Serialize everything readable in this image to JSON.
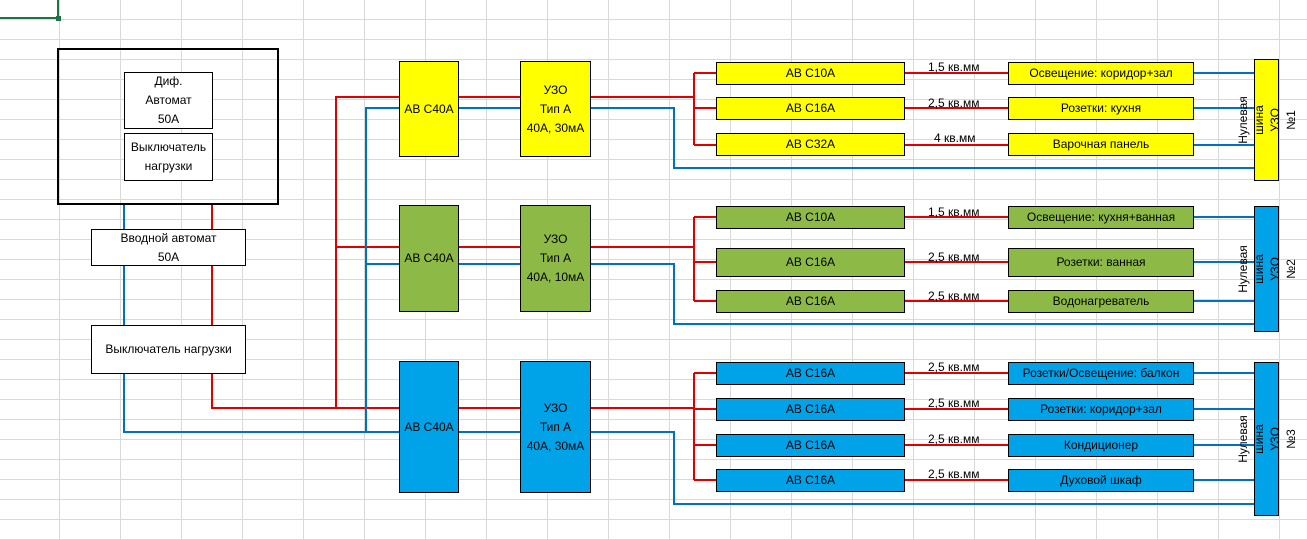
{
  "colors": {
    "phase": "#e00000",
    "neutral": "#0070c0",
    "yellow": "#ffff00",
    "green": "#8dba47",
    "blue": "#00a2e8"
  },
  "input": {
    "dif_automat": "Диф.\nАвтомат\n50А",
    "load_switch_top": "Выключатель\nнагрузки",
    "input_automat": "Вводной автомат\n50А",
    "load_switch": "Выключатель нагрузки"
  },
  "groups": [
    {
      "color": "yellow",
      "main_breaker": "АВ С40А",
      "rcd": "УЗО\nТип А\n40А, 30мА",
      "bus": "Нулевая шина УЗО\n№1",
      "circuits": [
        {
          "breaker": "АВ С10А",
          "cable": "1,5 кв.мм",
          "load": "Освещение: коридор+зал"
        },
        {
          "breaker": "АВ С16А",
          "cable": "2,5 кв.мм",
          "load": "Розетки: кухня"
        },
        {
          "breaker": "АВ С32А",
          "cable": "4 кв.мм",
          "load": "Варочная панель"
        }
      ]
    },
    {
      "color": "green",
      "main_breaker": "АВ С40А",
      "rcd": "УЗО\nТип А\n40А, 10мА",
      "bus": "Нулевая шина УЗО\n№2",
      "circuits": [
        {
          "breaker": "АВ С10А",
          "cable": "1,5 кв.мм",
          "load": "Освещение: кухня+ванная"
        },
        {
          "breaker": "АВ С16А",
          "cable": "2,5 кв.мм",
          "load": "Розетки: ванная"
        },
        {
          "breaker": "АВ С16А",
          "cable": "2,5 кв.мм",
          "load": "Водонагреватель"
        }
      ]
    },
    {
      "color": "blue",
      "main_breaker": "АВ С40А",
      "rcd": "УЗО\nТип А\n40А, 30мА",
      "bus": "Нулевая шина УЗО\n№3",
      "circuits": [
        {
          "breaker": "АВ С16А",
          "cable": "2,5 кв.мм",
          "load": "Розетки/Освещение: балкон"
        },
        {
          "breaker": "АВ С16А",
          "cable": "2,5 кв.мм",
          "load": "Розетки: коридор+зал"
        },
        {
          "breaker": "АВ С16А",
          "cable": "2,5 кв.мм",
          "load": "Кондиционер"
        },
        {
          "breaker": "АВ С16А",
          "cable": "2,5 кв.мм",
          "load": "Духовой шкаф"
        }
      ]
    }
  ]
}
